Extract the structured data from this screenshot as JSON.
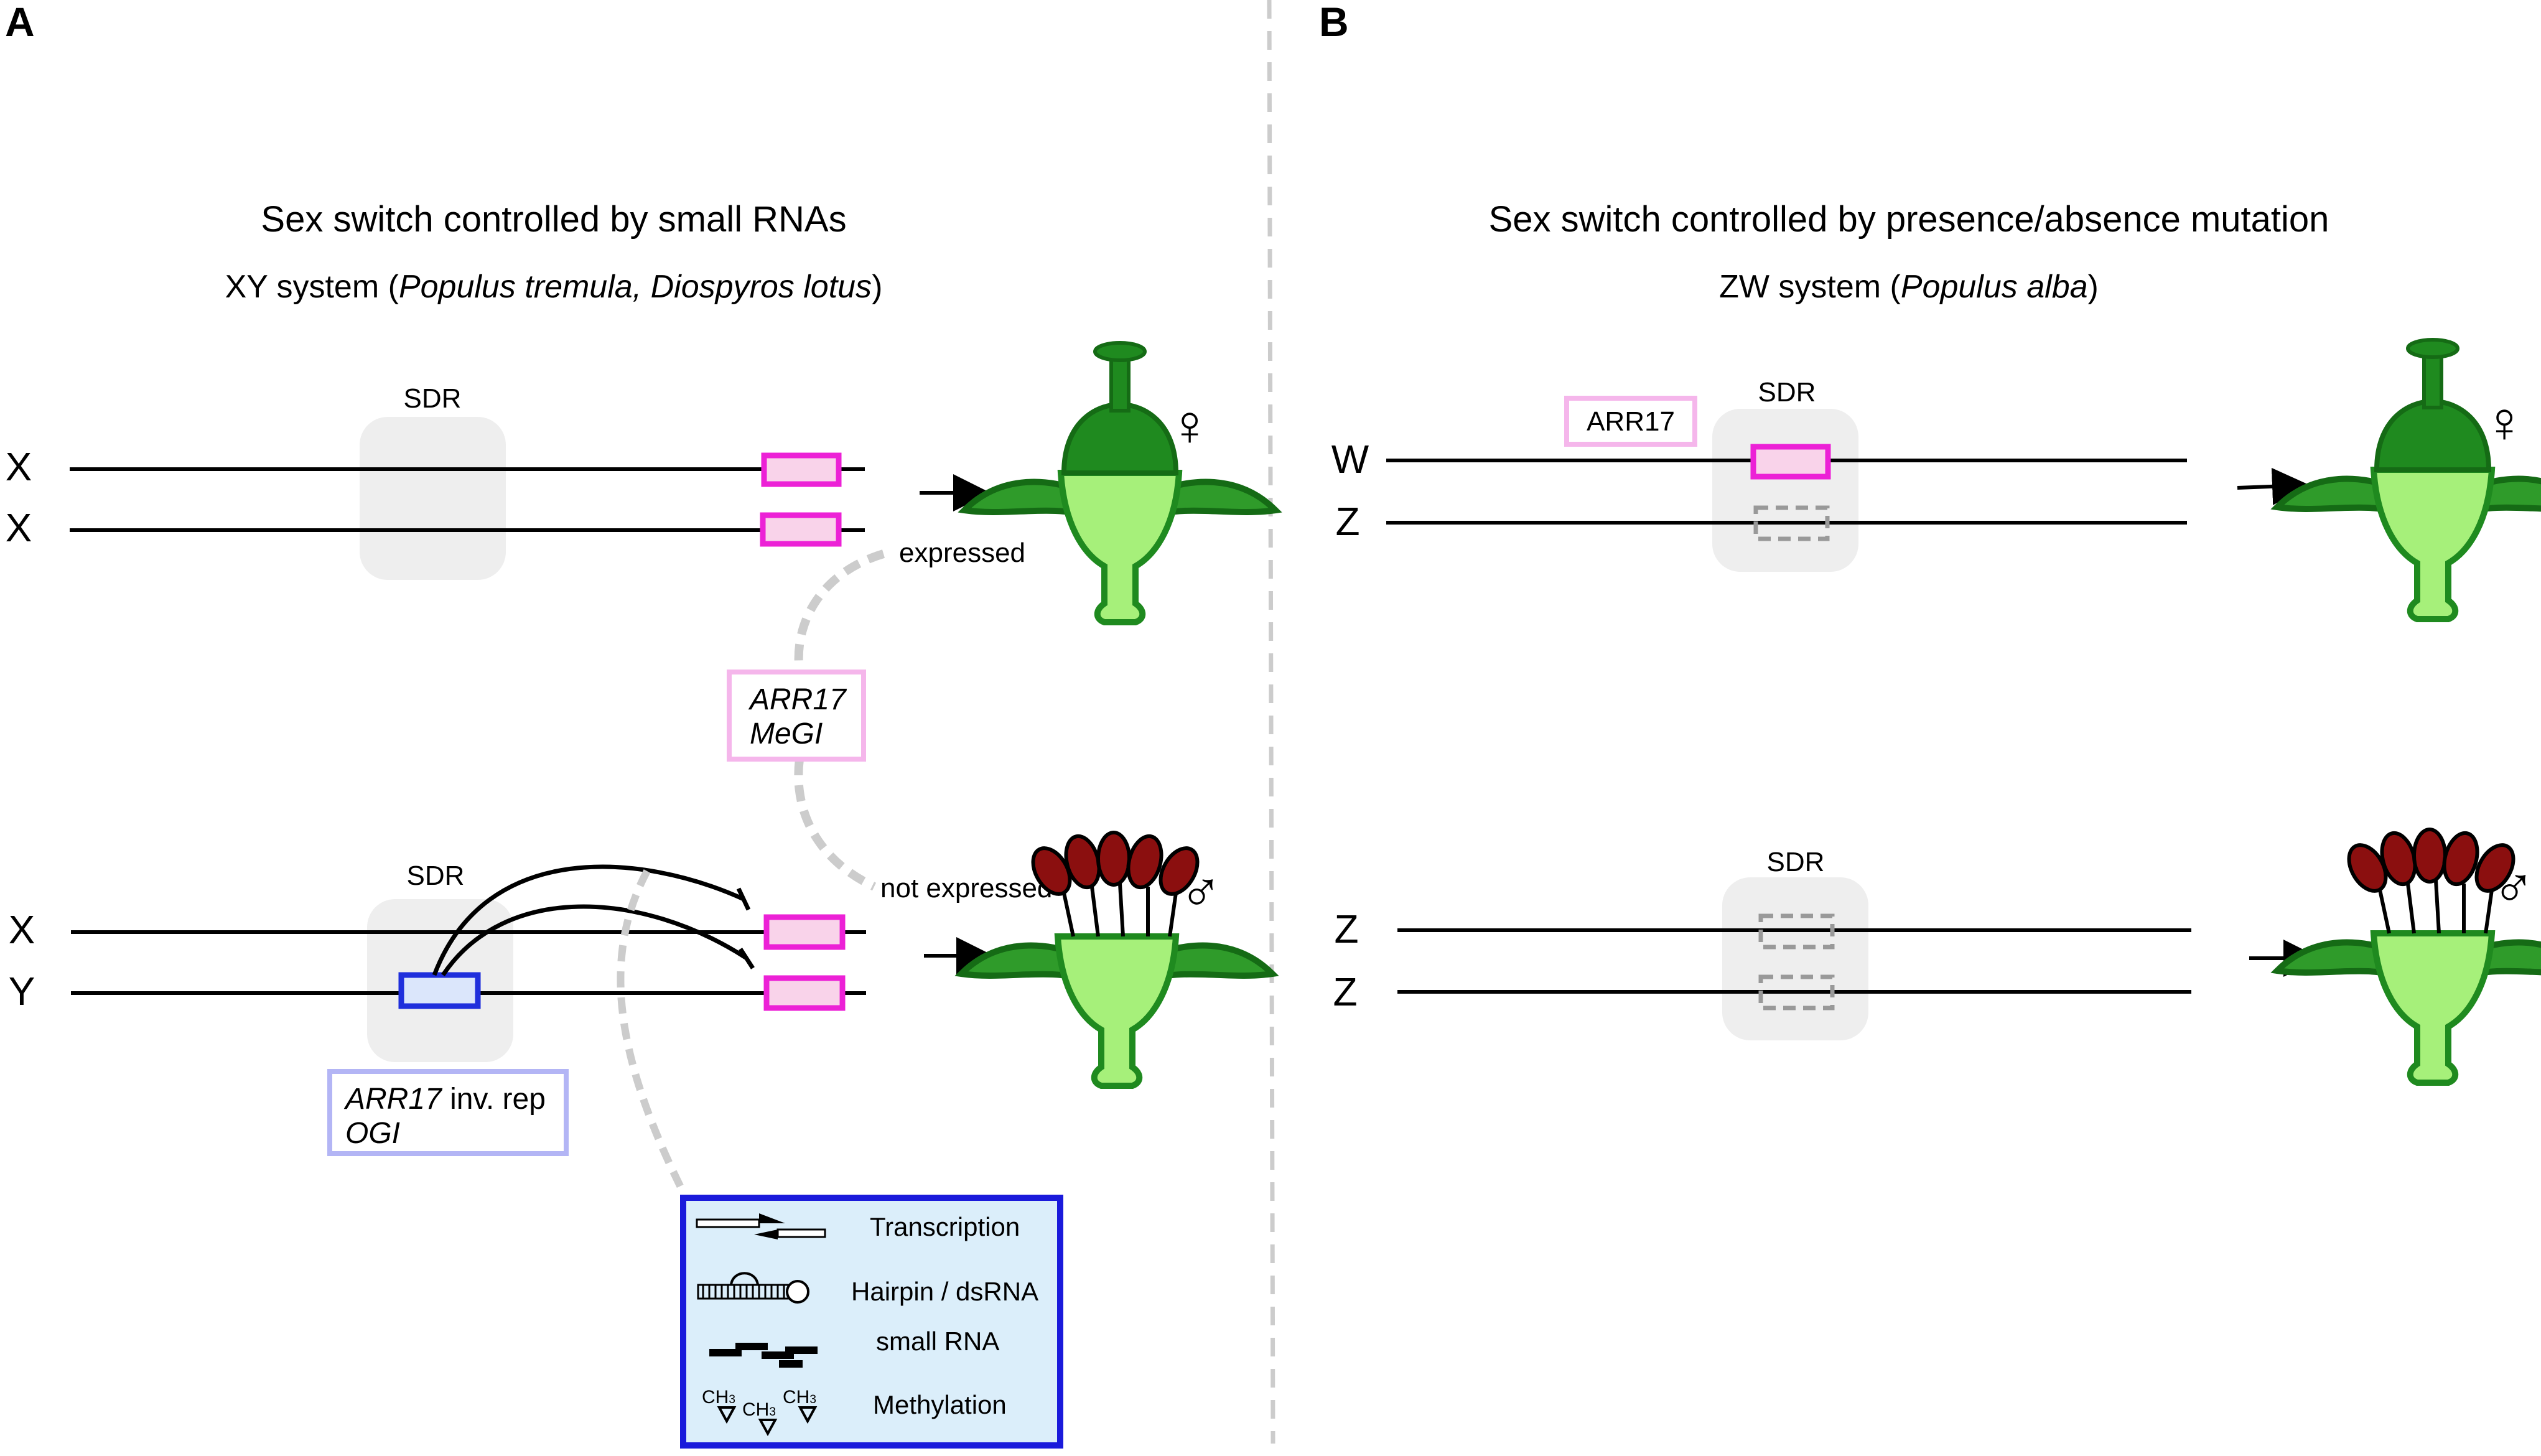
{
  "panel_a": {
    "label": "A",
    "title": "Sex switch controlled by small RNAs",
    "subtitle_prefix": "XY system (",
    "subtitle_species": "Populus tremula, Diospyros lotus",
    "subtitle_suffix": ")",
    "sdr_label": "SDR",
    "top_pair": {
      "chrom_1": "X",
      "chrom_2": "X"
    },
    "bottom_pair": {
      "chrom_1": "X",
      "chrom_2": "Y"
    },
    "expressed_label": "expressed",
    "not_expressed_label": "not expressed",
    "gene_box": {
      "line_1": "ARR17",
      "line_2": "MeGI"
    },
    "inverted_repeat_box": {
      "line_1_italic": "ARR17",
      "line_1_rest": " inv. rep",
      "line_2": "OGI"
    },
    "female_symbol": "♀",
    "male_symbol": "♂",
    "legend": {
      "items": [
        {
          "icon": "transcription-icon",
          "label": "Transcription"
        },
        {
          "icon": "hairpin-icon",
          "label": "Hairpin / dsRNA"
        },
        {
          "icon": "small-rna-icon",
          "label": "small RNA"
        },
        {
          "icon": "methylation-icon",
          "label": "Methylation"
        }
      ],
      "methyl_mark": "CH",
      "methyl_sub": "3"
    }
  },
  "panel_b": {
    "label": "B",
    "title": "Sex switch controlled by presence/absence mutation",
    "subtitle_prefix": "ZW system (",
    "subtitle_species": "Populus alba",
    "subtitle_suffix": ")",
    "sdr_label": "SDR",
    "top_pair": {
      "chrom_1": "W",
      "chrom_2": "Z"
    },
    "bottom_pair": {
      "chrom_1": "Z",
      "chrom_2": "Z"
    },
    "gene_label": "ARR17",
    "female_symbol": "♀",
    "male_symbol": "♂"
  },
  "colors": {
    "gene_pink": "#ec21d6",
    "gene_pink_fill": "#f9d3ea",
    "inv_rep_blue": "#1f2fdc",
    "legend_bg": "#dbeefa",
    "legend_border": "#1a1adb",
    "flower_dark_green": "#1f8a1f",
    "flower_light_green": "#a6f07a",
    "anther_red": "#8b0f0f",
    "sdr_grey": "#eeeeee"
  }
}
